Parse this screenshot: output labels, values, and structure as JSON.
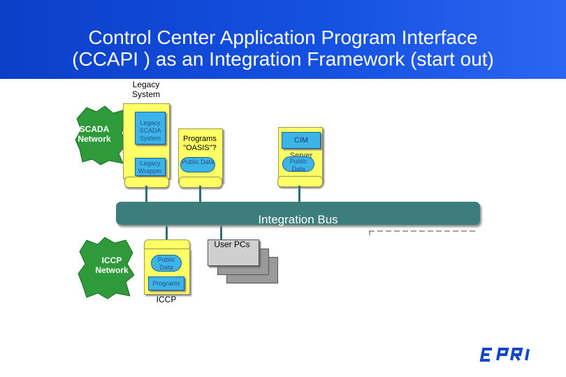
{
  "title": {
    "line1": "Control Center Application Program Interface",
    "line2": "(CCAPI ) as an Integration Framework (start out)"
  },
  "legacy_system": {
    "label": "Legacy System",
    "scada_box": "Legacy SCADA System",
    "wrapper_box": "Legacy Wrapper"
  },
  "scada_network": "SCADA Network",
  "programs_oasis": {
    "label": "Programs \"OASIS\"?",
    "public_data": "Public Data"
  },
  "cim_server": {
    "label": "CIM Server",
    "public_data": "Public Data"
  },
  "integration_bus": "Integration Bus",
  "iccp": {
    "network": "ICCP Network",
    "public_data": "Public Data",
    "programs": "Programs",
    "label": "ICCP"
  },
  "user_pcs": "User PCs",
  "logo": "EPRI",
  "colors": {
    "header": "#1450e0",
    "bus": "#3c7d7d",
    "component_yellow": "#ffff66",
    "component_blue": "#3db4e8",
    "network_green": "#2f9a3a"
  }
}
